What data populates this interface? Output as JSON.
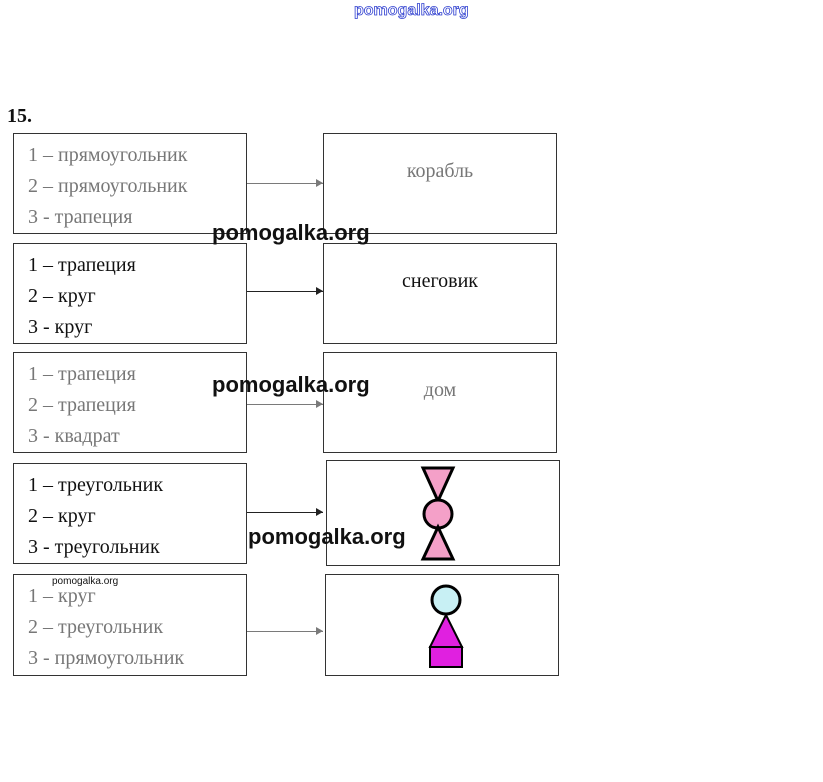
{
  "watermark": "pomogalka.org",
  "task_number": "15.",
  "rows": [
    {
      "items": [
        "1 – прямоугольник",
        "2 – прямоугольник",
        "3 - трапеция"
      ],
      "result": "корабль"
    },
    {
      "items": [
        "1 – трапеция",
        "2 – круг",
        "3 - круг"
      ],
      "result": "снеговик"
    },
    {
      "items": [
        "1 – трапеция",
        "2 – трапеция",
        "3 - квадрат"
      ],
      "result": "дом"
    },
    {
      "items": [
        "1 – треугольник",
        "2 – круг",
        "3 - треугольник"
      ],
      "result": ""
    },
    {
      "items": [
        "1 – круг",
        "2 – треугольник",
        "3 - прямоугольник"
      ],
      "result": ""
    }
  ],
  "colors": {
    "pink": "#f4a0c8",
    "magenta": "#e020e0",
    "lightblue": "#c8f0f4",
    "link": "#3040d0"
  }
}
